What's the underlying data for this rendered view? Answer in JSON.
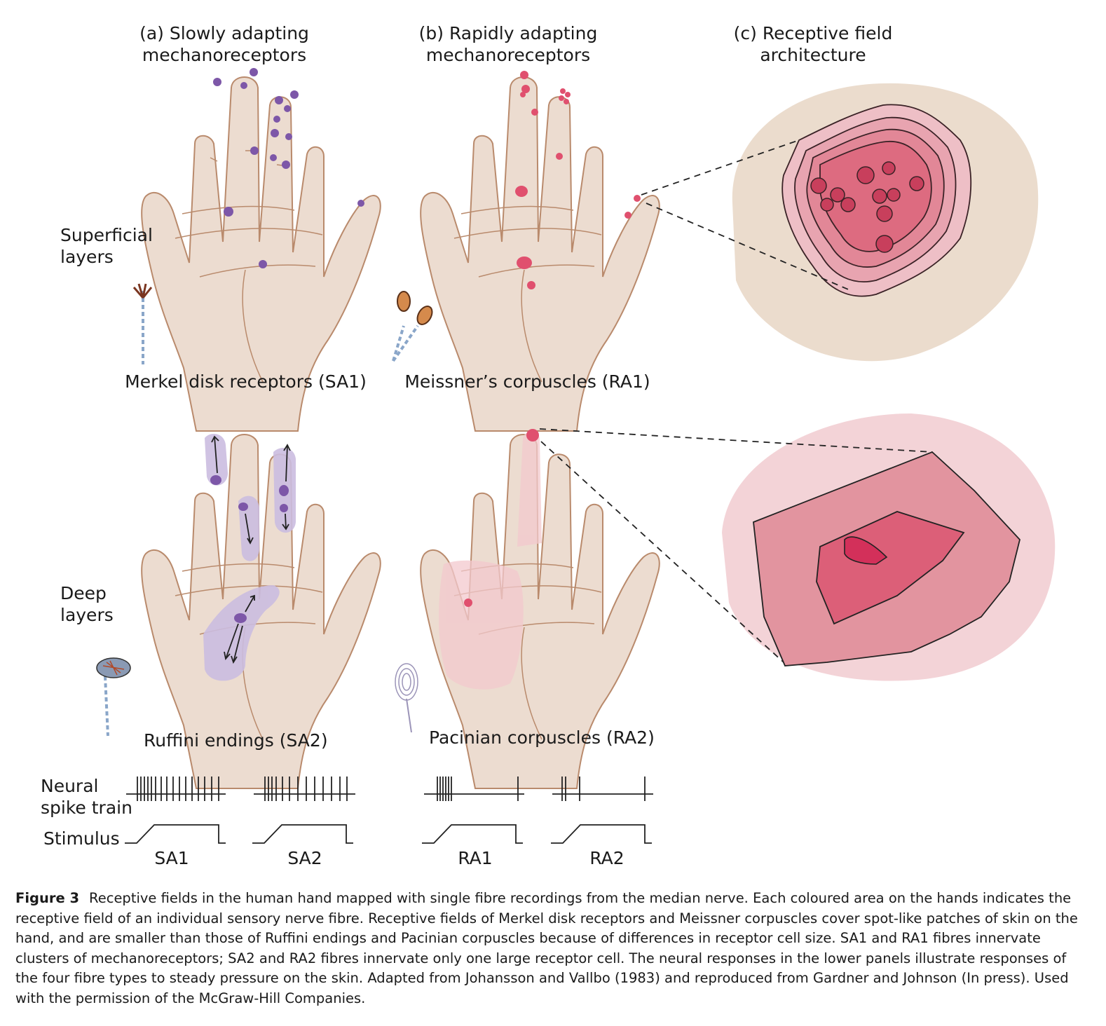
{
  "panels": {
    "a_title": "(a) Slowly adapting\nmechanoreceptors",
    "b_title": "(b) Rapidly adapting\nmechanoreceptors",
    "c_title": "(c) Receptive field\narchitecture"
  },
  "layers": {
    "superficial": "Superficial\nlayers",
    "deep": "Deep\nlayers"
  },
  "receptors": {
    "merkel": "Merkel disk receptors (SA1)",
    "meissner": "Meissner’s corpuscles (RA1)",
    "ruffini": "Ruffini endings (SA2)",
    "pacinian": "Pacinian corpuscles (RA2)"
  },
  "traces": {
    "spike_label": "Neural\nspike train",
    "stimulus_label": "Stimulus",
    "types": [
      "SA1",
      "SA2",
      "RA1",
      "RA2"
    ]
  },
  "caption": {
    "figure_number": "Figure 3",
    "text": "Receptive fields in the human hand mapped with single fibre recordings from the median nerve. Each coloured area on the hands indicates the receptive field of an individual sensory nerve fibre. Receptive fields of Merkel disk receptors and Meissner corpuscles cover spot-like patches of skin on the hand, and are smaller than those of Ruffini endings and Pacinian corpuscles because of differences in receptor cell size. SA1 and RA1 fibres innervate clusters of mechanoreceptors; SA2 and RA2 fibres innervate only one large receptor cell. The neural responses in the lower panels illustrate responses of the four fibre types to steady pressure on the skin. Adapted from Johansson and Vallbo (1983) and reproduced from Gardner and Johnson (In press). Used with the permission of the McGraw-Hill Companies."
  },
  "colors": {
    "skin": "#ecdcd0",
    "skin_outline": "#b98a6c",
    "sa_purple": "#7d57a8",
    "sa_field": "#cbbde0",
    "ra_pink": "#e0506e",
    "ra_field": "#f3c9ce",
    "background_tan": "#ebdccd"
  }
}
